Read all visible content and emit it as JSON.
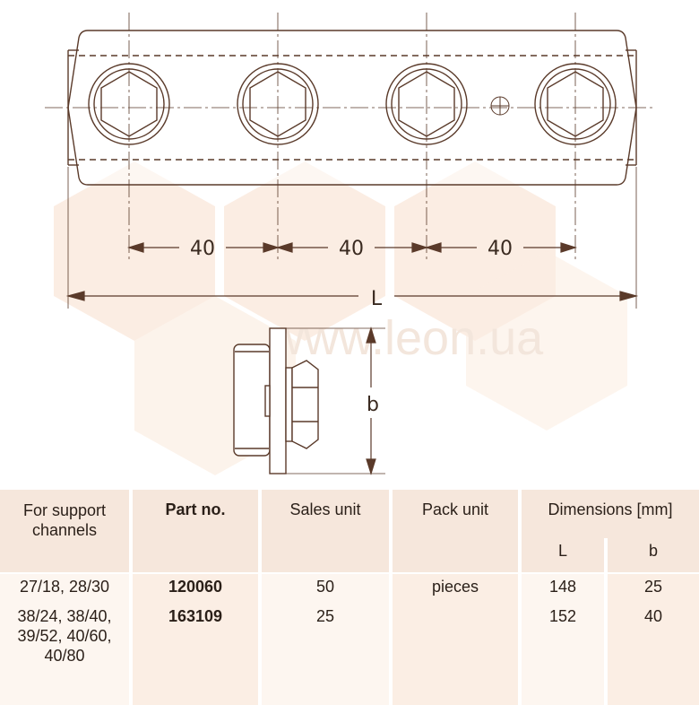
{
  "drawing": {
    "spacing_labels": [
      "40",
      "40",
      "40"
    ],
    "length_label": "L",
    "height_label": "b",
    "watermark": "www.leon.ua"
  },
  "table": {
    "headers": {
      "support_channels": "For support channels",
      "part_no": "Part no.",
      "sales_unit": "Sales unit",
      "pack_unit": "Pack unit",
      "dimensions": "Dimensions [mm]",
      "dim_L": "L",
      "dim_b": "b"
    },
    "rows": [
      {
        "support_channels": "27/18, 28/30",
        "part_no": "120060",
        "sales_unit": "50",
        "pack_unit": "pieces",
        "L": "148",
        "b": "25"
      },
      {
        "support_channels": "38/24, 38/40, 39/52, 40/60, 40/80",
        "part_no": "163109",
        "sales_unit": "25",
        "pack_unit": "",
        "L": "152",
        "b": "40"
      }
    ]
  },
  "colors": {
    "line": "#5a3a2a",
    "watermark": "#f4d9c6",
    "header_bg": "#f6e7dc",
    "row_bg": "#fdf6f0"
  }
}
